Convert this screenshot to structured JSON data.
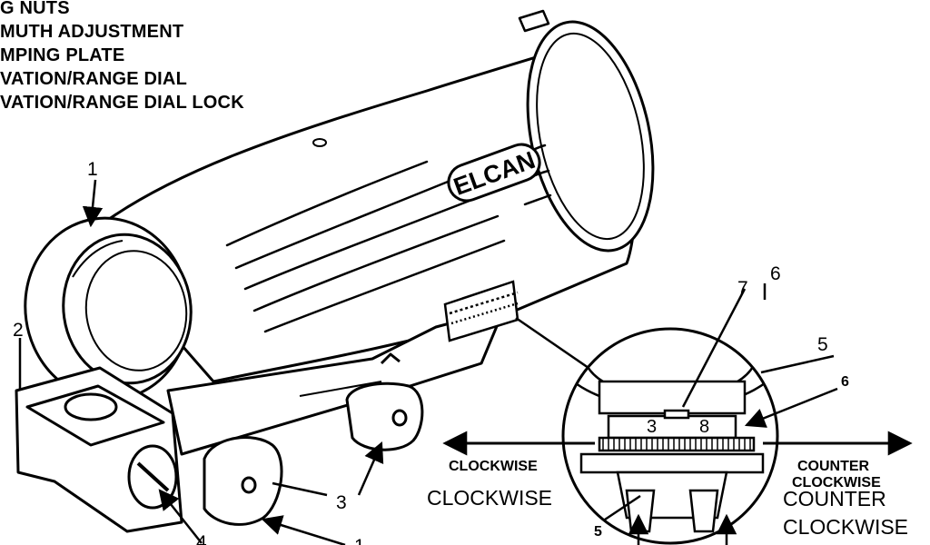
{
  "legend": {
    "items": [
      "G NUTS",
      "MUTH ADJUSTMENT",
      "MPING PLATE",
      "VATION/RANGE DIAL",
      "VATION/RANGE DIAL LOCK"
    ]
  },
  "brand": {
    "logo_text": "ELCAN"
  },
  "callouts": {
    "c1_top": "1",
    "c2": "2",
    "c3": "3",
    "c4": "4",
    "c1_bottom": "1",
    "c6_top": "6",
    "c7": "7",
    "c5_right": "5",
    "c6_right": "6",
    "c5_bottom": "5"
  },
  "detail": {
    "scale_left": "3",
    "scale_right": "8",
    "clockwise_small": "CLOCKWISE",
    "clockwise_large": "CLOCKWISE",
    "counter_small_line1": "COUNTER",
    "counter_small_line2": "CLOCKWISE",
    "counter_large_line1": "COUNTER",
    "counter_large_line2": "CLOCKWISE"
  }
}
